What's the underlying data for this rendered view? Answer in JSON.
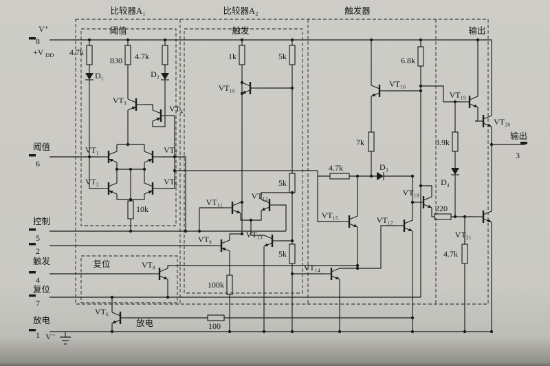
{
  "headers": {
    "a1": "比较器A₁",
    "a2": "比较器A₂",
    "ff": "触发器"
  },
  "sections": {
    "threshold_box": "阈值",
    "trigger_box": "触发",
    "output_box": "输出",
    "reset_box": "复位",
    "discharge_inner": "放电"
  },
  "pins": {
    "vplus": "V⁺",
    "p8": "8",
    "vdd_main": "+V",
    "vdd_sub": "DD",
    "p6": "6",
    "p6_label": "阈值",
    "p5": "5",
    "p5_label": "控制",
    "p2": "2",
    "p2_label": "触发",
    "p4": "4",
    "p4_label": "复位",
    "p7": "7",
    "p7_label": "放电",
    "p1": "1",
    "vminus": "V⁻",
    "p3": "3",
    "p3_label": "输出"
  },
  "components": {
    "transistors": {
      "vt1": "VT₁",
      "vt2": "VT₂",
      "vt3": "VT₃",
      "vt4": "VT₄",
      "vt5": "VT₅",
      "vt6": "VT₆",
      "vt7": "VT₇",
      "vt8": "VT₈",
      "vt9": "VT₉",
      "vt10": "VT₁₀",
      "vt11": "VT₁₁",
      "vt12": "VT₁₂",
      "vt13": "VT₁₃",
      "vt14": "VT₁₄",
      "vt15": "VT₁₅",
      "vt16": "VT₁₆",
      "vt17": "VT₁₇",
      "vt18": "VT₁₈",
      "vt19": "VT₁₉",
      "vt20": "VT₂₀",
      "vt21": "VT₂₁"
    },
    "diodes": {
      "d1": "D₁",
      "d2": "D₂",
      "d3": "D₃",
      "d4": "D₄"
    },
    "resistors": {
      "a1_r1": "4.7k",
      "a1_r2": "830",
      "a1_r3": "4.7k",
      "a1_10k": "10k",
      "a2_1k": "1k",
      "a2_5k_top": "5k",
      "a2_5k_mid": "5k",
      "a2_5k_low": "5k",
      "a2_100k": "100k",
      "base_100": "100",
      "ff_7k": "7k",
      "ff_47k": "4.7k",
      "ff_68k": "6.8k",
      "out_39k": "3.9k",
      "out_220": "220",
      "out_47k": "4.7k"
    }
  },
  "colors": {
    "ink": "#1c1c1c",
    "paper": "#cac9c3"
  }
}
